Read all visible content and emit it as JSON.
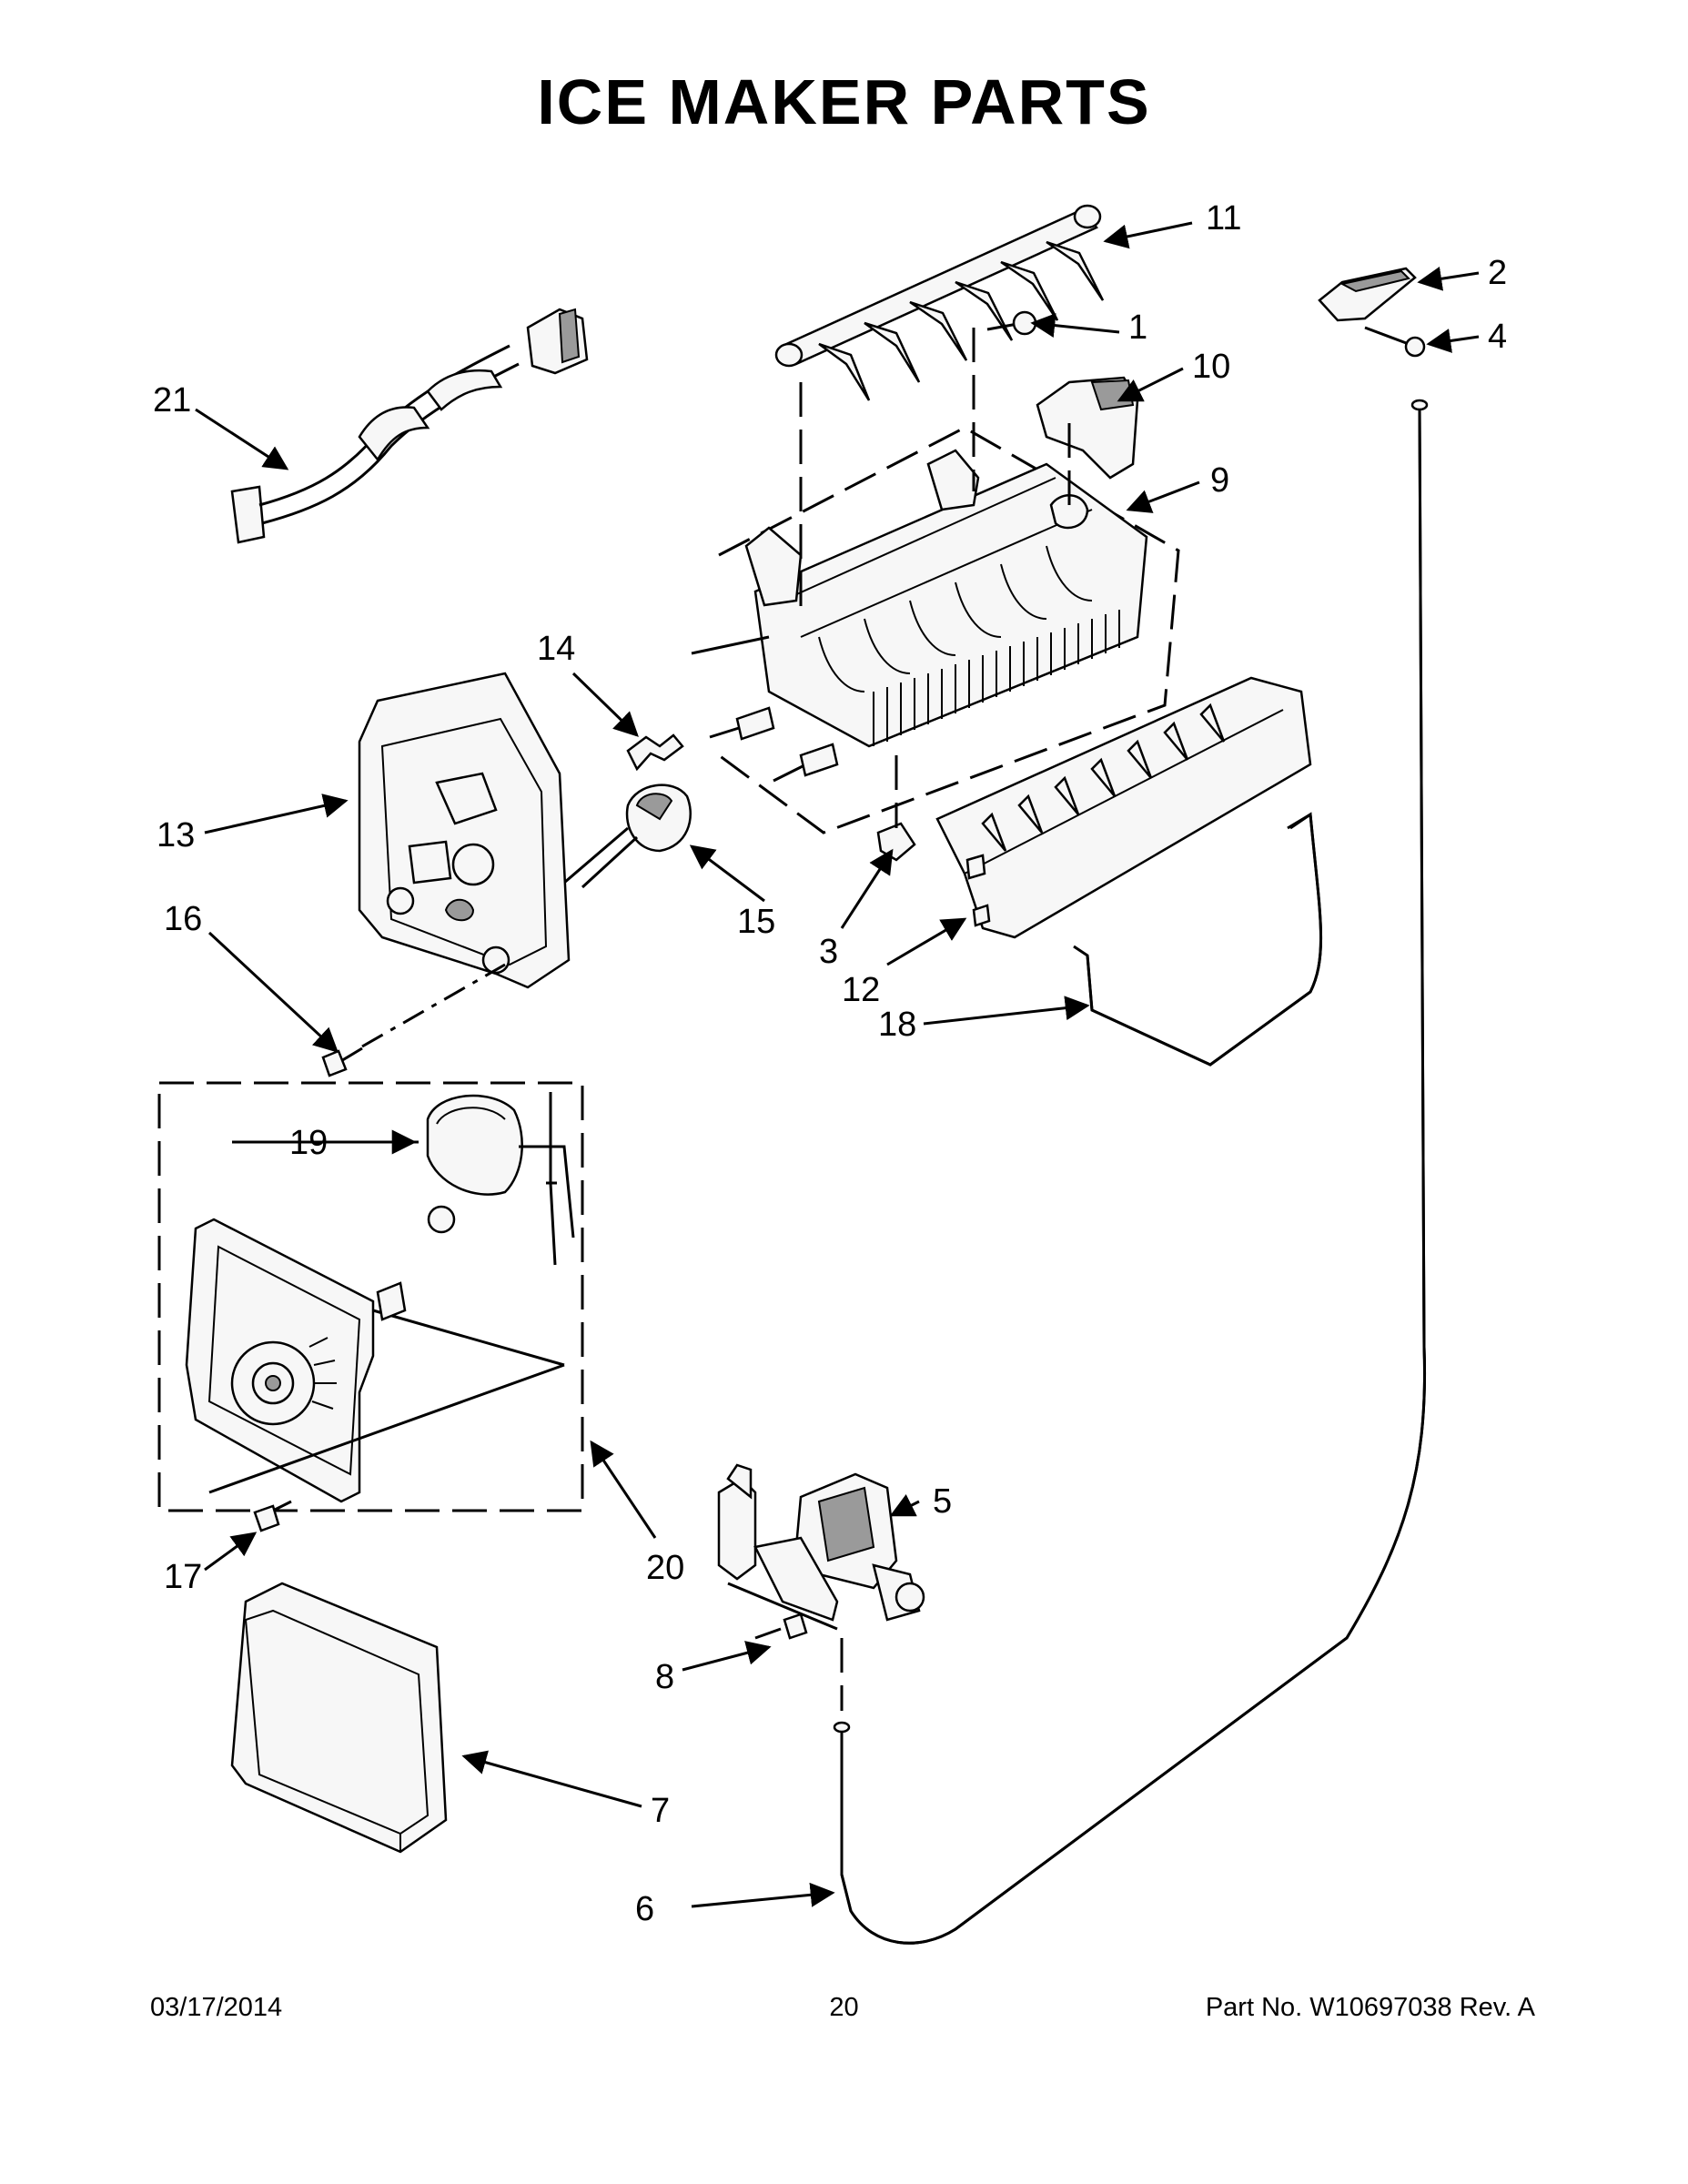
{
  "page": {
    "title": "ICE MAKER PARTS",
    "footer_date": "03/17/2014",
    "footer_page": "20",
    "footer_part": "Part No.  W10697038  Rev.  A"
  },
  "callouts": [
    {
      "id": "c1",
      "label": "1"
    },
    {
      "id": "c2",
      "label": "2"
    },
    {
      "id": "c3",
      "label": "3"
    },
    {
      "id": "c4",
      "label": "4"
    },
    {
      "id": "c5",
      "label": "5"
    },
    {
      "id": "c6",
      "label": "6"
    },
    {
      "id": "c7",
      "label": "7"
    },
    {
      "id": "c8",
      "label": "8"
    },
    {
      "id": "c9",
      "label": "9"
    },
    {
      "id": "c10",
      "label": "10"
    },
    {
      "id": "c11",
      "label": "11"
    },
    {
      "id": "c12",
      "label": "12"
    },
    {
      "id": "c13",
      "label": "13"
    },
    {
      "id": "c14",
      "label": "14"
    },
    {
      "id": "c15",
      "label": "15"
    },
    {
      "id": "c16",
      "label": "16"
    },
    {
      "id": "c17",
      "label": "17"
    },
    {
      "id": "c18",
      "label": "18"
    },
    {
      "id": "c19",
      "label": "19"
    },
    {
      "id": "c20",
      "label": "20"
    },
    {
      "id": "c21",
      "label": "21"
    }
  ]
}
